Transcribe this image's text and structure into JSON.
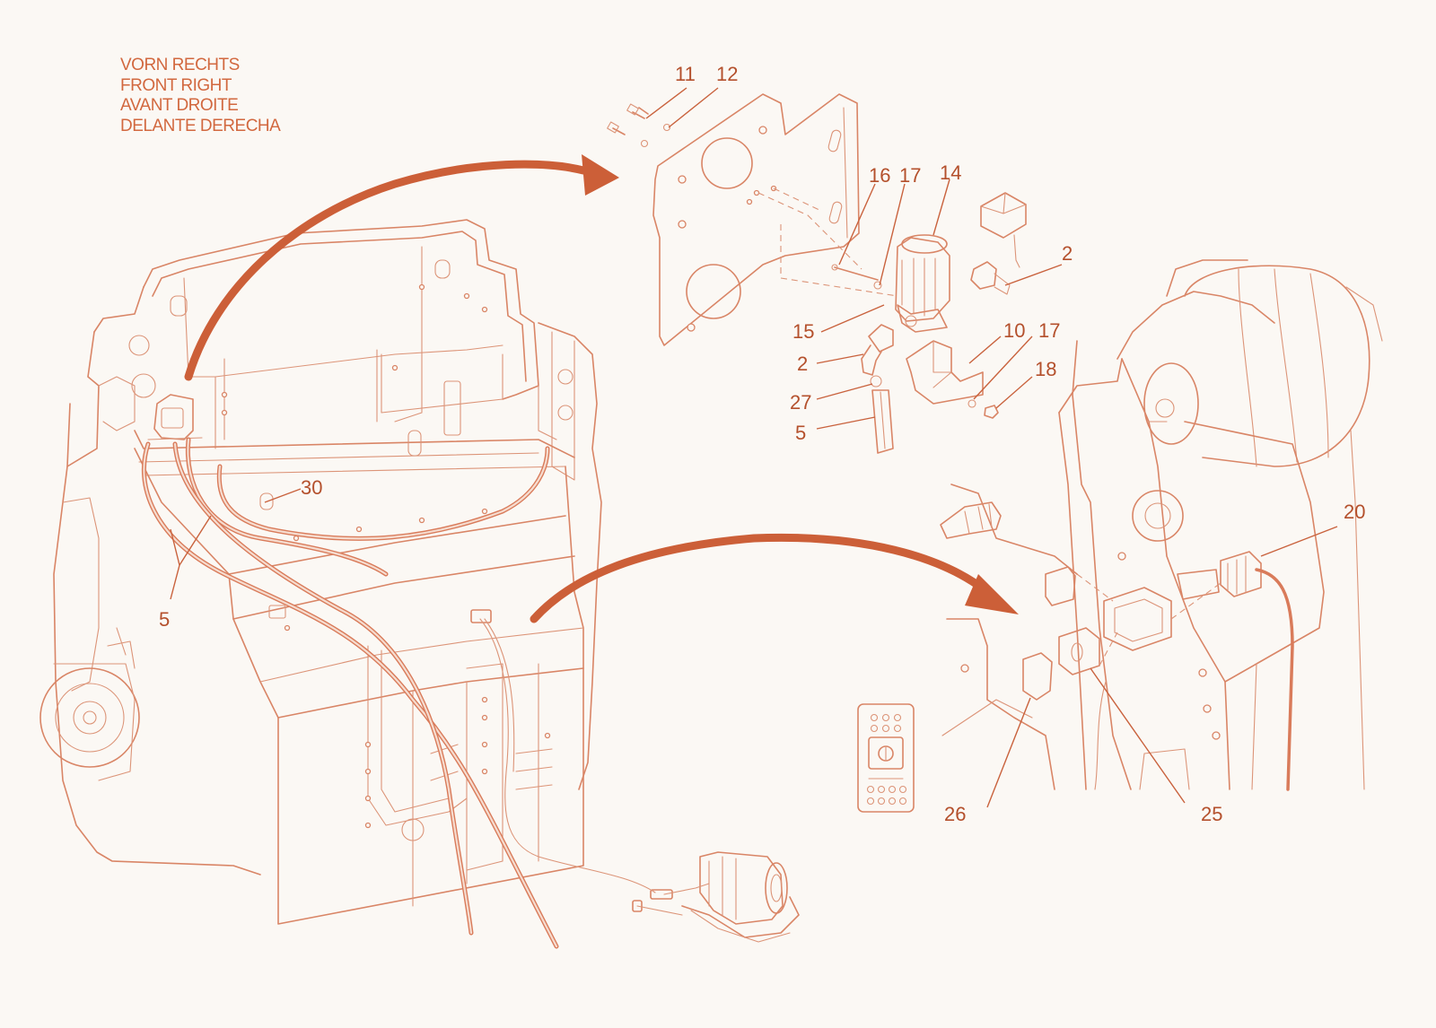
{
  "orientation_labels": {
    "de": "VORN RECHTS",
    "en": "FRONT RIGHT",
    "fr": "AVANT DROITE",
    "es": "DELANTE DERECHA"
  },
  "callouts": {
    "c11": "11",
    "c12": "12",
    "c16": "16",
    "c17a": "17",
    "c14": "14",
    "c2a": "2",
    "c15": "15",
    "c2b": "2",
    "c10": "10",
    "c17b": "17",
    "c18": "18",
    "c27": "27",
    "c5a": "5",
    "c30": "30",
    "c5b": "5",
    "c20": "20",
    "c26": "26",
    "c25": "25"
  },
  "colors": {
    "line": "#d98566",
    "callout_text": "#b4502c",
    "arrow": "#cc5f38",
    "background": "#fbf8f4"
  }
}
